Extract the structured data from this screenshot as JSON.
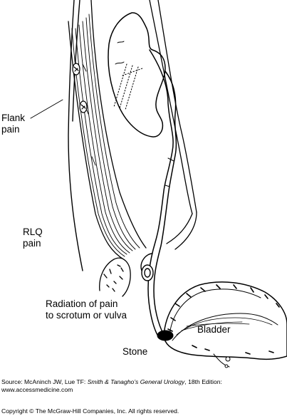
{
  "labels": {
    "flank_line1": "Flank",
    "flank_line2": "pain",
    "rlq_line1": "RLQ",
    "rlq_line2": "pain",
    "radiation_line1": "Radiation of pain",
    "radiation_line2": "to scrotum or vulva",
    "bladder": "Bladder",
    "stone": "Stone"
  },
  "source": {
    "prefix": "Source: McAninch JW, Lue TF: ",
    "title": "Smith & Tanagho’s General Urology",
    "suffix": ", 18th Edition:",
    "website": "www.accessmedicine.com"
  },
  "copyright": "Copyright © The McGraw-Hill Companies, Inc. All rights reserved.",
  "colors": {
    "ink": "#000000",
    "background": "#ffffff"
  }
}
